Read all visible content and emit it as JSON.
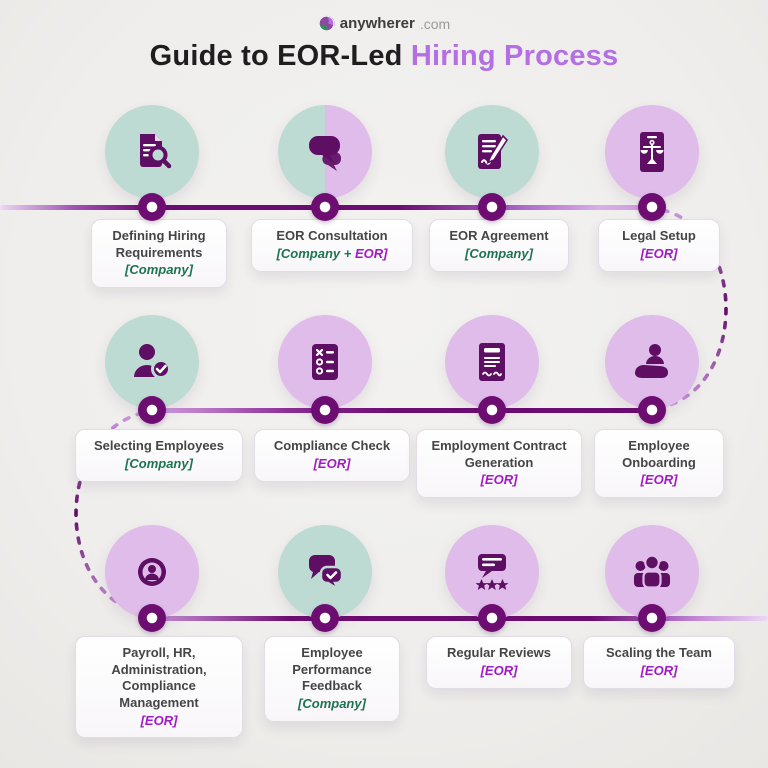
{
  "brand": {
    "name": "anywherer",
    "suffix": ".com",
    "logo_icon": "globe-icon"
  },
  "title": {
    "prefix": "Guide to EOR-Led ",
    "highlight": "Hiring Process"
  },
  "colors": {
    "background": "#efeeec",
    "title_dark": "#1e1e20",
    "title_accent": "#b36fe3",
    "dark_purple_icon": "#5e0e63",
    "timeline_dark": "#6d0d72",
    "timeline_light": "#d9aeea",
    "teal_circle": "#bedbd3",
    "purple_circle": "#dfbce9",
    "company_green": "#1e7350",
    "eor_purple": "#a21ac4"
  },
  "steps": [
    {
      "title": "Defining Hiring Requirements",
      "label_parts": [
        {
          "text": "[Company]",
          "role": "company"
        }
      ],
      "icon": "document-search-icon",
      "circle": "teal",
      "row": 1,
      "col": 1
    },
    {
      "title": "EOR Consultation",
      "label_parts": [
        {
          "text": "[Company + ",
          "role": "company"
        },
        {
          "text": "EOR]",
          "role": "eor"
        }
      ],
      "icon": "chat-bubbles-icon",
      "circle": "split",
      "row": 1,
      "col": 2
    },
    {
      "title": "EOR Agreement",
      "label_parts": [
        {
          "text": "[Company]",
          "role": "company"
        }
      ],
      "icon": "document-pen-icon",
      "circle": "teal",
      "row": 1,
      "col": 3
    },
    {
      "title": "Legal Setup",
      "label_parts": [
        {
          "text": "[EOR]",
          "role": "eor"
        }
      ],
      "icon": "legal-scales-icon",
      "circle": "purple",
      "row": 1,
      "col": 4
    },
    {
      "title": "Selecting Employees",
      "label_parts": [
        {
          "text": "[Company]",
          "role": "company"
        }
      ],
      "icon": "person-check-icon",
      "circle": "teal",
      "row": 2,
      "col": 1
    },
    {
      "title": "Compliance Check",
      "label_parts": [
        {
          "text": "[EOR]",
          "role": "eor"
        }
      ],
      "icon": "checklist-icon",
      "circle": "purple",
      "row": 2,
      "col": 2
    },
    {
      "title": "Employment Contract Generation",
      "label_parts": [
        {
          "text": "[EOR]",
          "role": "eor"
        }
      ],
      "icon": "contract-document-icon",
      "circle": "purple",
      "row": 2,
      "col": 3
    },
    {
      "title": "Employee Onboarding",
      "label_parts": [
        {
          "text": "[EOR]",
          "role": "eor"
        }
      ],
      "icon": "hand-person-icon",
      "circle": "purple",
      "row": 2,
      "col": 4
    },
    {
      "title": "Payroll, HR, Administration, Compliance Management",
      "label_parts": [
        {
          "text": "[EOR]",
          "role": "eor"
        }
      ],
      "icon": "gear-person-icon",
      "circle": "purple",
      "row": 3,
      "col": 1
    },
    {
      "title": "Employee Performance Feedback",
      "label_parts": [
        {
          "text": "[Company]",
          "role": "company"
        }
      ],
      "icon": "chat-check-icon",
      "circle": "teal",
      "row": 3,
      "col": 2
    },
    {
      "title": "Regular Reviews",
      "label_parts": [
        {
          "text": "[EOR]",
          "role": "eor"
        }
      ],
      "icon": "review-stars-icon",
      "circle": "purple",
      "row": 3,
      "col": 3
    },
    {
      "title": "Scaling the Team",
      "label_parts": [
        {
          "text": "[EOR]",
          "role": "eor"
        }
      ],
      "icon": "team-icon",
      "circle": "purple",
      "row": 3,
      "col": 4
    }
  ]
}
